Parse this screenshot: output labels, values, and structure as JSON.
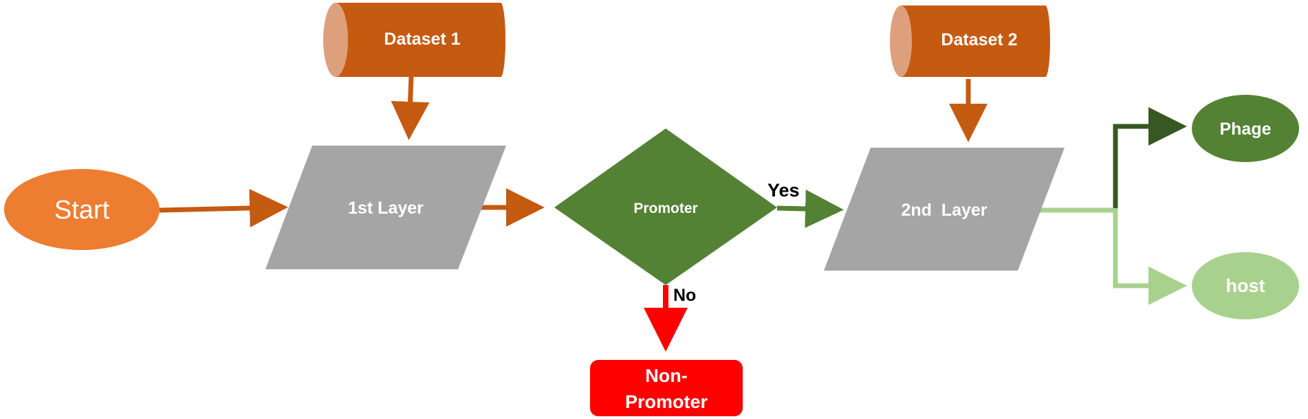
{
  "nodes": {
    "start": {
      "label": "Start"
    },
    "dataset1": {
      "label": "Dataset 1"
    },
    "dataset2": {
      "label": "Dataset 2"
    },
    "layer1": {
      "label": "1st Layer"
    },
    "promoter": {
      "label": "Promoter"
    },
    "layer2": {
      "label": "2nd  Layer"
    },
    "non_promoter": {
      "label_line1": "Non-",
      "label_line2": "Promoter"
    },
    "phage": {
      "label": "Phage"
    },
    "host": {
      "label": "host"
    }
  },
  "edges": {
    "yes": "Yes",
    "no": "No"
  },
  "colors": {
    "orange": "#ED7D31",
    "brown_orange": "#C55A11",
    "cylinder_side": "#DEA07C",
    "gray": "#A5A5A5",
    "green": "#548235",
    "dark_green": "#385723",
    "light_green": "#A9D18E",
    "red": "#FF0000"
  }
}
